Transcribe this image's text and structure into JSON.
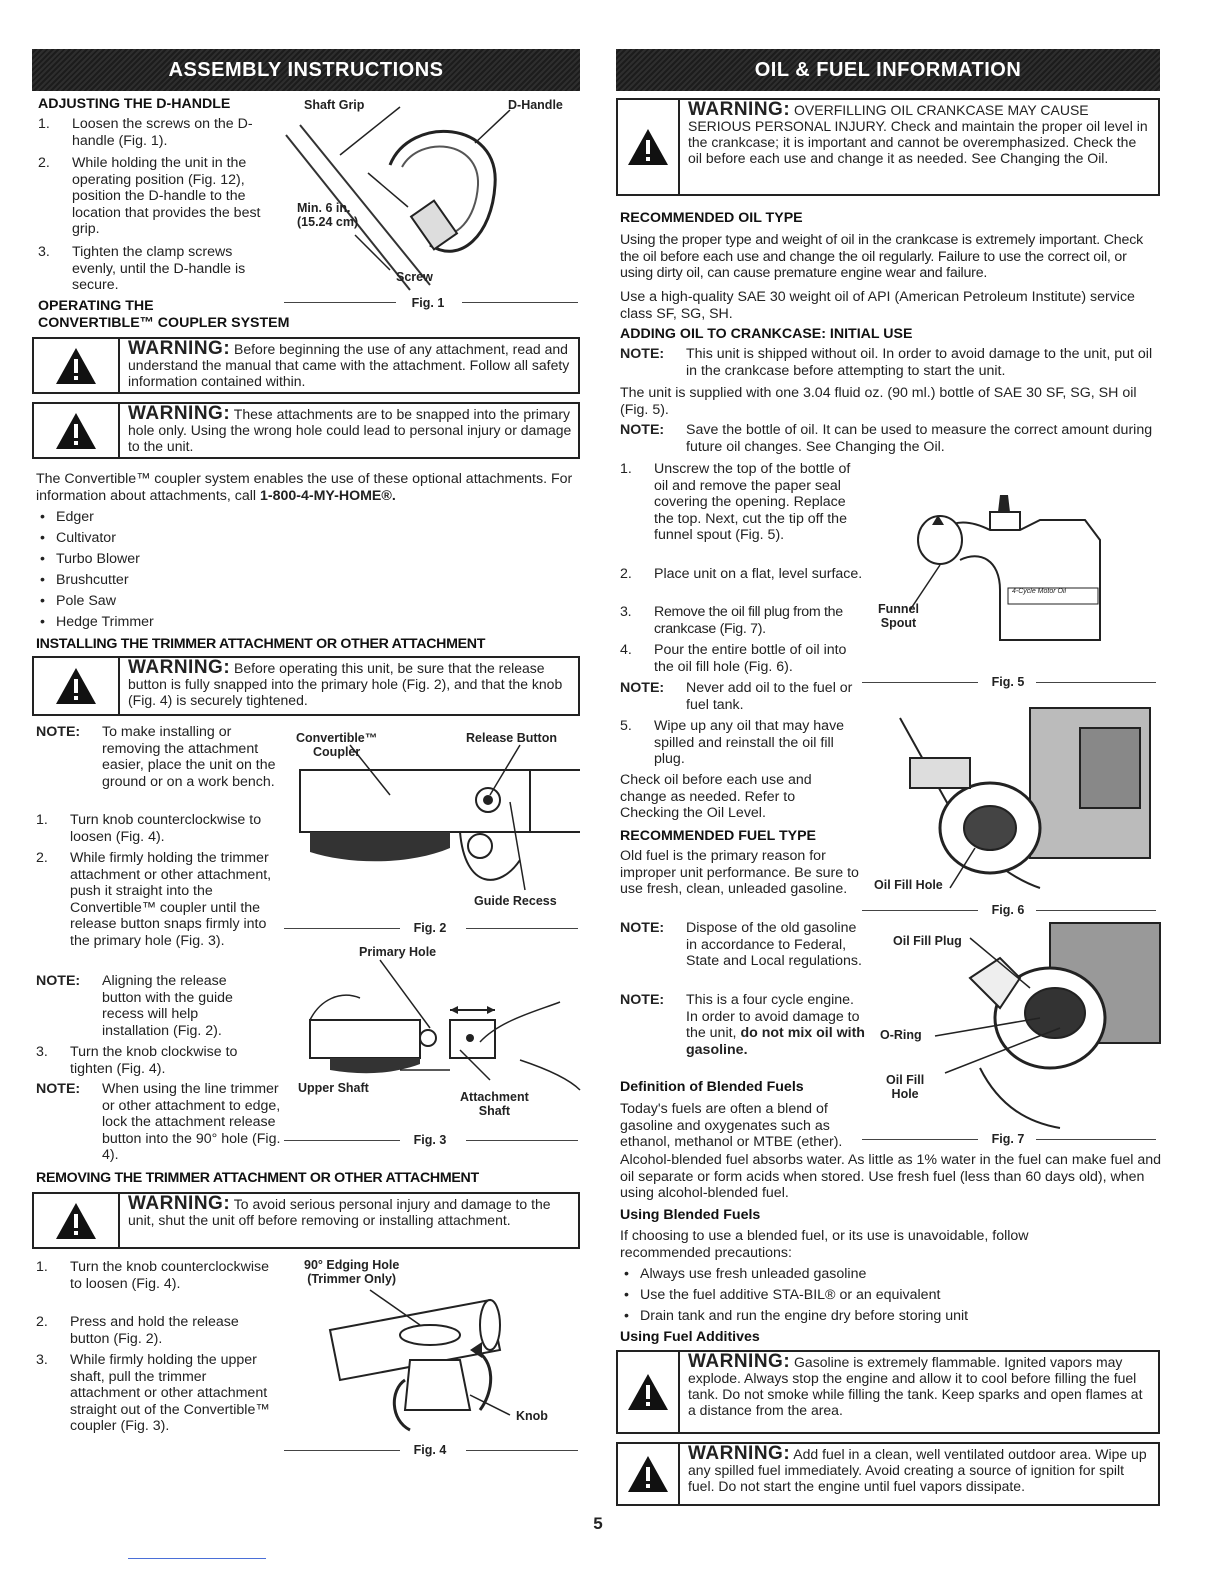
{
  "page_number": "5",
  "left": {
    "banner": "ASSEMBLY INSTRUCTIONS",
    "dhandle": {
      "heading": "ADJUSTING THE D-HANDLE",
      "steps": [
        {
          "n": "1.",
          "text": "Loosen the screws on the D-handle (Fig. 1)."
        },
        {
          "n": "2.",
          "text": "While holding the unit in the operating position (Fig. 12), position the D-handle to the location that provides the best grip."
        },
        {
          "n": "3.",
          "text": "Tighten the clamp screws evenly, until the D-handle is secure."
        }
      ],
      "fig": {
        "caption": "Fig. 1",
        "shaft_grip": "Shaft Grip",
        "d_handle": "D-Handle",
        "min": "Min. 6 in.",
        "min_cm": "(15.24 cm)",
        "screw": "Screw"
      }
    },
    "coupler": {
      "heading_1": "OPERATING THE",
      "heading_2": "CONVERTIBLE™ COUPLER SYSTEM",
      "warning1": {
        "label": "WARNING:",
        "text": "Before beginning the use of any attachment, read and understand the manual that came with the attachment. Follow all safety information contained within."
      },
      "warning2": {
        "label": "WARNING:",
        "text": "These attachments are to be snapped into the primary hole only. Using the wrong hole could lead to personal injury or damage to the unit."
      },
      "intro": "The Convertible™ coupler system enables the use of these optional attachments. For information about attachments, call",
      "phone": "1-800-4-MY-HOME®.",
      "attachments": [
        "Edger",
        "Cultivator",
        "Turbo Blower",
        "Brushcutter",
        "Pole Saw",
        "Hedge Trimmer"
      ]
    },
    "installing": {
      "heading": "INSTALLING THE TRIMMER ATTACHMENT OR OTHER ATTACHMENT",
      "warning": {
        "label": "WARNING:",
        "text": "Before operating this unit, be sure that the release button is fully snapped into the primary hole (Fig. 2), and that the knob (Fig. 4) is securely tightened."
      },
      "note1": {
        "label": "NOTE:",
        "text": "To make installing or removing the attachment easier, place the unit on the ground or on a work bench."
      },
      "steps": [
        {
          "n": "1.",
          "text": "Turn knob counterclockwise to loosen (Fig. 4)."
        },
        {
          "n": "2.",
          "text": "While firmly holding the trimmer attachment or other attachment, push it straight into the Convertible™ coupler until the release button snaps firmly into the primary hole (Fig. 3)."
        }
      ],
      "note2": {
        "label": "NOTE:",
        "text": "Aligning the release button with the guide recess will help installation (Fig. 2)."
      },
      "step3": {
        "n": "3.",
        "text": "Turn the knob clockwise to tighten (Fig. 4)."
      },
      "note3": {
        "label": "NOTE:",
        "text": "When using the line trimmer or other attachment to edge, lock the attachment release button into the 90° hole (Fig. 4)."
      },
      "fig2": {
        "caption": "Fig. 2",
        "coupler_1": "Convertible™",
        "coupler_2": "Coupler",
        "release": "Release Button",
        "recess": "Guide Recess"
      },
      "fig3": {
        "caption": "Fig. 3",
        "primary": "Primary Hole",
        "upper": "Upper Shaft",
        "attach_1": "Attachment",
        "attach_2": "Shaft"
      }
    },
    "removing": {
      "heading": "REMOVING THE TRIMMER ATTACHMENT OR OTHER ATTACHMENT",
      "warning": {
        "label": "WARNING:",
        "text": "To avoid serious personal injury and damage to the unit, shut the unit off before removing or installing attachment."
      },
      "steps": [
        {
          "n": "1.",
          "text": "Turn the knob counterclockwise to loosen (Fig. 4)."
        },
        {
          "n": "2.",
          "text": "Press and hold the release button (Fig. 2)."
        },
        {
          "n": "3.",
          "text": "While firmly holding the upper shaft, pull the trimmer attachment or other attachment straight out of the Convertible™ coupler (Fig. 3)."
        }
      ],
      "fig4": {
        "caption": "Fig. 4",
        "edge_1": "90° Edging Hole",
        "edge_2": "(Trimmer Only)",
        "knob": "Knob"
      }
    }
  },
  "right": {
    "banner": "OIL & FUEL INFORMATION",
    "warning_top": {
      "label": "WARNING:",
      "text": "OVERFILLING OIL CRANKCASE MAY CAUSE SERIOUS PERSONAL INJURY. Check and maintain the proper oil level in the crankcase; it is important and cannot be overemphasized. Check the oil before each use and change it as needed. See Changing the Oil."
    },
    "oil_type": {
      "heading": "RECOMMENDED OIL TYPE",
      "p1": "Using the proper type and weight of oil in the crankcase is extremely important. Check the oil before each use and change the oil regularly. Failure to use the correct oil, or using dirty oil, can cause premature engine wear and failure.",
      "p2": "Use a high-quality SAE 30 weight oil of API (American Petroleum Institute) service class SF, SG, SH."
    },
    "adding": {
      "heading": "ADDING OIL TO CRANKCASE: INITIAL USE",
      "note1": {
        "label": "NOTE:",
        "text": "This unit is shipped without oil. In order to avoid damage to the unit, put oil in the crankcase before attempting to start the unit."
      },
      "p1": "The unit is supplied with one 3.04 fluid oz. (90 ml.) bottle of SAE 30 SF, SG, SH oil (Fig. 5).",
      "note2": {
        "label": "NOTE:",
        "text": "Save the bottle of oil. It can be used to measure the correct amount during future oil changes. See Changing the Oil."
      },
      "steps": [
        {
          "n": "1.",
          "text": "Unscrew the top of the bottle of oil and remove the paper seal covering the opening. Replace the top. Next, cut the tip off the funnel spout (Fig. 5)."
        },
        {
          "n": "2.",
          "text": "Place unit on a flat, level surface."
        },
        {
          "n": "3.",
          "text": "Remove the oil fill plug from the crankcase (Fig. 7)."
        },
        {
          "n": "4.",
          "text": "Pour the entire bottle of oil into the oil fill hole (Fig. 6)."
        }
      ],
      "note3": {
        "label": "NOTE:",
        "text": "Never add oil to the fuel or fuel tank."
      },
      "step5": {
        "n": "5.",
        "text": "Wipe up any oil that may have spilled and reinstall the oil fill plug."
      },
      "p2": "Check oil before each use and change as needed. Refer to Checking the Oil Level.",
      "fig5": {
        "caption": "Fig. 5",
        "funnel_1": "Funnel",
        "funnel_2": "Spout",
        "bottle_label": "4-Cycle Motor Oil"
      },
      "fig6": {
        "caption": "Fig. 6",
        "hole": "Oil Fill Hole"
      },
      "fig7": {
        "caption": "Fig. 7",
        "plug": "Oil Fill Plug",
        "oring": "O-Ring",
        "hole_1": "Oil Fill",
        "hole_2": "Hole"
      }
    },
    "fuel": {
      "heading": "RECOMMENDED FUEL TYPE",
      "p1": "Old fuel is the primary reason for improper unit performance. Be sure to use fresh, clean, unleaded gasoline.",
      "note1": {
        "label": "NOTE:",
        "text": "Dispose of the old gasoline in accordance to Federal, State and Local regulations."
      },
      "note2_label": "NOTE:",
      "note2_text": "This is a four cycle engine. In order to avoid damage to the unit,",
      "note2_bold": "do not mix oil with gasoline",
      "note2_end": ".",
      "blended_heading": "Definition of Blended Fuels",
      "blended_p1": "Today's fuels are often a blend of gasoline and oxygenates such as ethanol, methanol or MTBE (ether).",
      "blended_p2": "Alcohol-blended fuel absorbs water. As little as 1% water in the fuel can make fuel and oil separate or form acids when stored. Use fresh fuel (less than 60 days old), when using alcohol-blended fuel.",
      "using_heading": "Using Blended Fuels",
      "using_p": "If choosing to use a blended fuel, or its use is unavoidable, follow recommended precautions:",
      "precautions": [
        "Always use fresh unleaded gasoline",
        "Use the fuel additive STA-BIL® or an equivalent",
        "Drain tank and run the engine dry before storing unit"
      ],
      "additives_heading": "Using Fuel Additives",
      "warning1": {
        "label": "WARNING:",
        "text": "Gasoline is extremely flammable. Ignited vapors may explode. Always stop the engine and allow it to cool before filling the fuel tank. Do not smoke while filling the tank. Keep sparks and open flames at a distance from the area."
      },
      "warning2": {
        "label": "WARNING:",
        "text": "Add fuel in a clean, well ventilated outdoor area. Wipe up any spilled fuel immediately. Avoid creating a source of ignition for spilt fuel. Do not start the engine until fuel vapors dissipate."
      }
    }
  }
}
